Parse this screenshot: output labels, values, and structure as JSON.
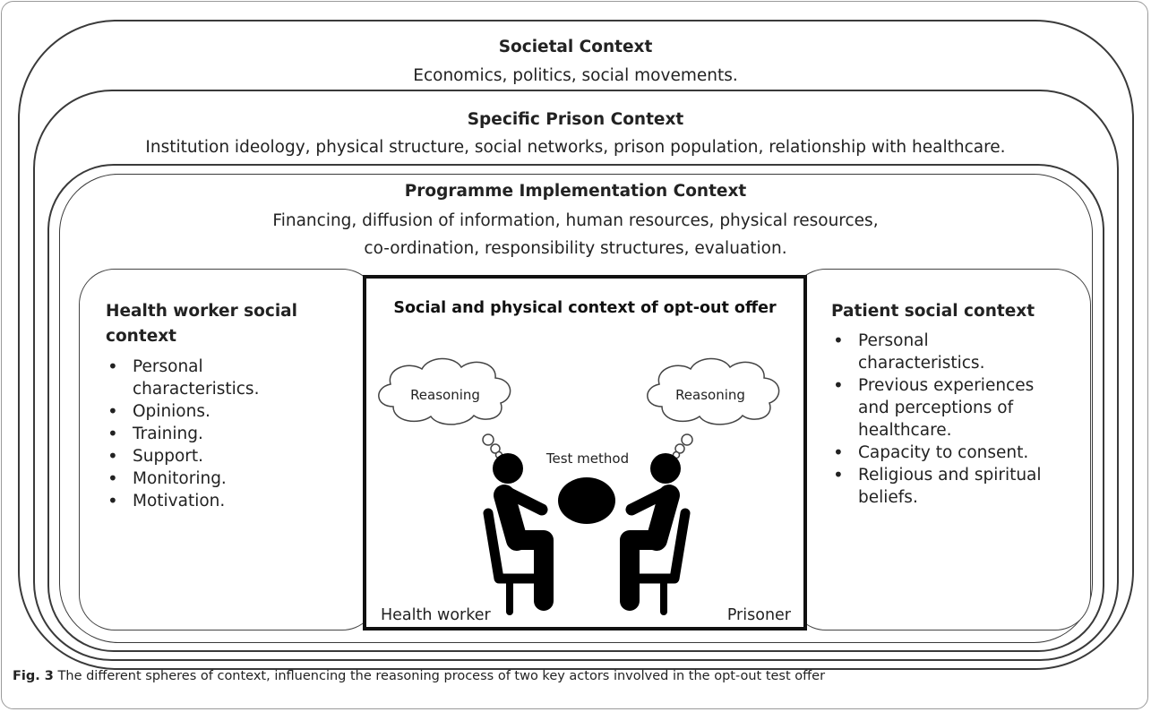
{
  "societal": {
    "title": "Societal Context",
    "subtitle": "Economics, politics, social movements."
  },
  "prison": {
    "title": "Specific Prison Context",
    "subtitle": "Institution ideology, physical structure, social networks, prison population, relationship with healthcare."
  },
  "programme": {
    "title": "Programme Implementation Context",
    "subtitle_line1": "Financing, diffusion of information, human resources, physical resources,",
    "subtitle_line2": "co-ordination, responsibility structures, evaluation."
  },
  "health_worker_context": {
    "title_line1": "Health worker social",
    "title_line2": "context",
    "items": [
      {
        "line1": "Personal",
        "line2": "characteristics."
      },
      {
        "line1": "Opinions."
      },
      {
        "line1": "Training."
      },
      {
        "line1": "Support."
      },
      {
        "line1": "Monitoring."
      },
      {
        "line1": "Motivation."
      }
    ]
  },
  "patient_context": {
    "title": "Patient social context",
    "items": [
      {
        "line1": "Personal",
        "line2": "characteristics."
      },
      {
        "line1": "Previous experiences",
        "line2": "and perceptions of",
        "line3": "healthcare."
      },
      {
        "line1": "Capacity to consent."
      },
      {
        "line1": "Religious and spiritual",
        "line2": "beliefs."
      }
    ]
  },
  "center": {
    "title": "Social and physical context of opt-out offer",
    "left_thought": "Reasoning",
    "right_thought": "Reasoning",
    "test_method": "Test method",
    "left_actor": "Health worker",
    "right_actor": "Prisoner"
  },
  "caption": {
    "label": "Fig. 3",
    "text": " The different spheres of context, influencing the reasoning process of two key actors involved in the opt-out test offer"
  }
}
